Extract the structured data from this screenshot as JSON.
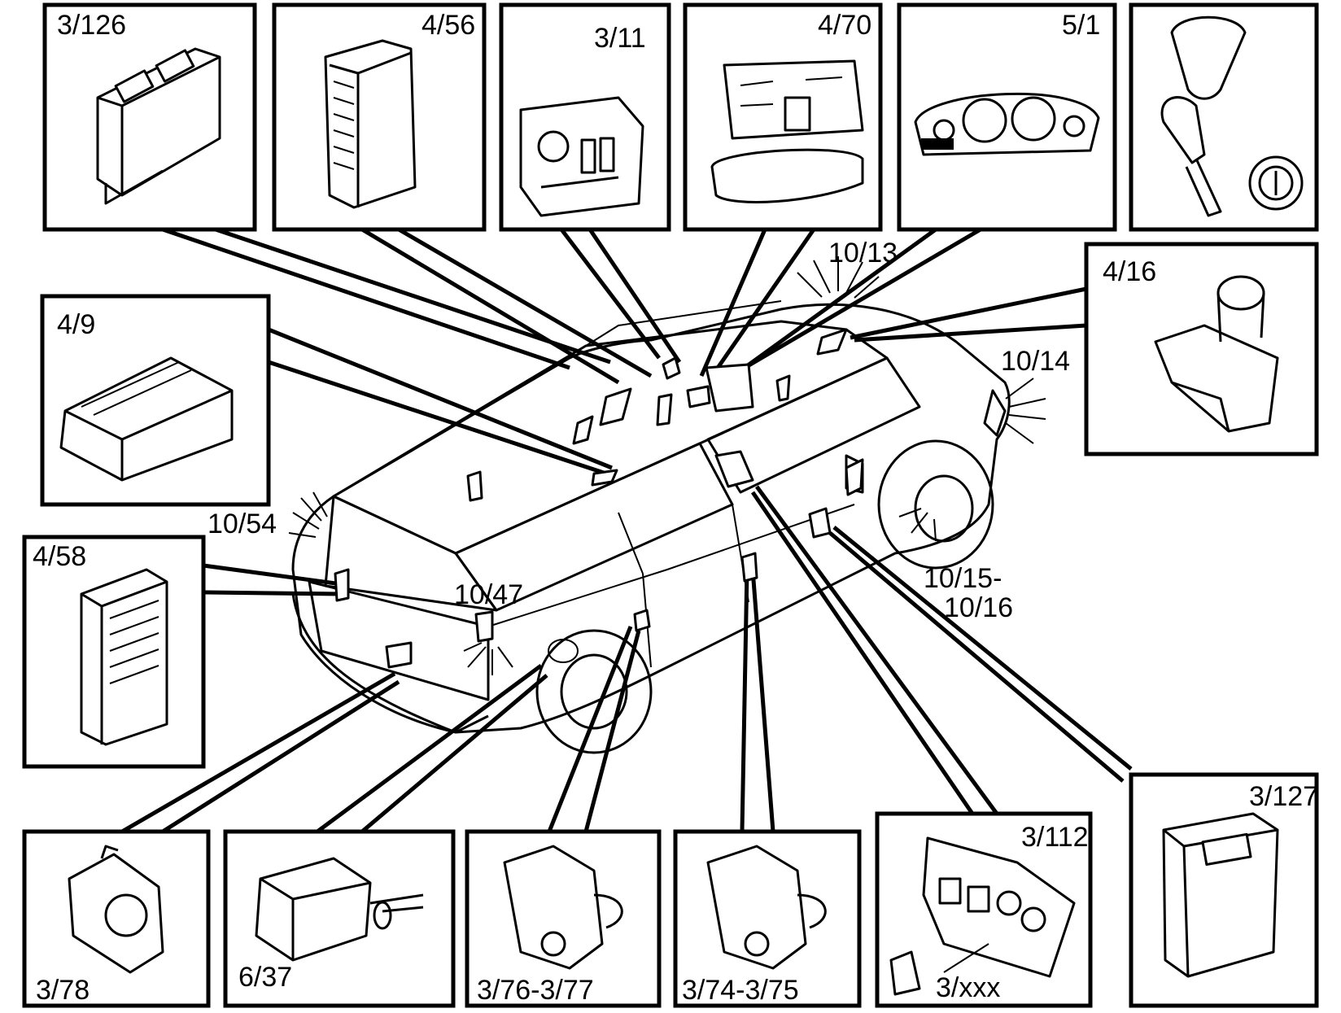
{
  "diagram": {
    "components": [
      {
        "id": "c3-126",
        "label": "3/126"
      },
      {
        "id": "c4-56",
        "label": "4/56"
      },
      {
        "id": "c3-11",
        "label": "3/11"
      },
      {
        "id": "c4-70",
        "label": "4/70"
      },
      {
        "id": "c5-1",
        "label": "5/1"
      },
      {
        "id": "c4-16",
        "label": "4/16"
      },
      {
        "id": "c4-9",
        "label": "4/9"
      },
      {
        "id": "c4-58",
        "label": "4/58"
      },
      {
        "id": "c3-78",
        "label": "3/78"
      },
      {
        "id": "c6-37",
        "label": "6/37"
      },
      {
        "id": "c3-76",
        "label": "3/76-3/77"
      },
      {
        "id": "c3-74",
        "label": "3/74-3/75"
      },
      {
        "id": "c3-112",
        "label": "3/112"
      },
      {
        "id": "c3-xxx",
        "label": "3/xxx"
      },
      {
        "id": "c3-127",
        "label": "3/127"
      }
    ],
    "lamp_labels": {
      "l10_13": "10/13",
      "l10_14": "10/14",
      "l10_54": "10/54",
      "l10_47": "10/47",
      "l10_15": "10/15-",
      "l10_16": "10/16"
    }
  }
}
